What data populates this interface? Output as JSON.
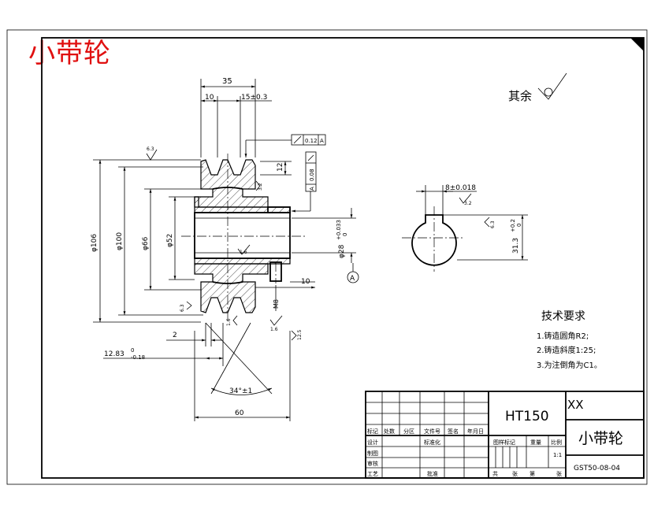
{
  "drawing": {
    "title_overlay": "小带轮",
    "roughness_note": "其余",
    "dims": {
      "d35": "35",
      "d10a": "10",
      "d15": "15±0.3",
      "d12": "12",
      "d106": "φ106",
      "d100": "φ100",
      "d66": "φ66",
      "d52": "φ52",
      "d28": "φ28",
      "d28_tol_up": "+0.033",
      "d28_tol_lo": "0",
      "d10b": "10",
      "d2": "2",
      "d1283": "12.83",
      "d1283_up": "0",
      "d1283_lo": "-0.18",
      "d34": "34°±1",
      "d60": "60",
      "m8": "M8",
      "key_width": "8±0.018",
      "key_depth": "31.3",
      "key_depth_up": "+0.2",
      "key_depth_lo": "0"
    },
    "roughness": {
      "r63a": "6.3",
      "r63b": "6.3",
      "r63c": "6.3",
      "r32a": "3.2",
      "r32b": "3.2",
      "r16a": "1.6",
      "r16b": "1.6",
      "r16c": "1.6",
      "r125": "12.5"
    },
    "tolerance": {
      "runout_value": "0.12",
      "runout_datum": "A",
      "parallel_value": "0.08",
      "parallel_datum": "A",
      "datum_label": "A"
    },
    "tech_req": {
      "heading": "技术要求",
      "items": [
        "1.铸造圆角R2;",
        "2.铸造斜度1:25;",
        "3.为注倒角为C1。"
      ]
    },
    "title_block": {
      "material": "HT150",
      "company": "XX",
      "part_name": "小带轮",
      "drawing_no": "GST50-08-04",
      "row_labels": [
        "标记",
        "处数",
        "分区",
        "文件号",
        "签名",
        "年月日"
      ],
      "design": "设计",
      "standard": "标准化",
      "drawing": "制图",
      "review": "审核",
      "process": "工艺",
      "approve": "批准",
      "stage_mark": "图样标记",
      "weight": "重量",
      "scale": "比例",
      "scale_value": "1:1",
      "sheet_total": "共",
      "sheet_unit": "张",
      "sheet_no": "第",
      "sheet_unit2": "张"
    }
  }
}
